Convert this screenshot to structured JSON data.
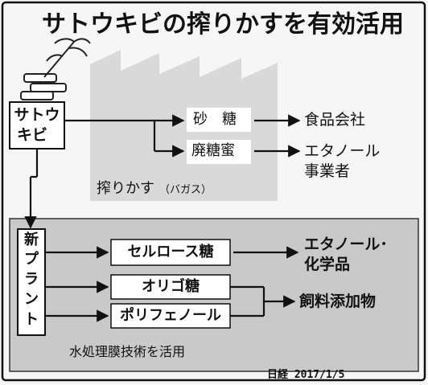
{
  "title": "サトウキビの搾りかすを有効活用",
  "source": "日経 2017/1/5",
  "top": {
    "sugarcane": [
      "サトウ",
      "キビ"
    ],
    "sugar": "砂　糖",
    "food_company": "食品会社",
    "molasses": "廃糖蜜",
    "ethanol_business": [
      "エタノール",
      "事業者"
    ],
    "bagasse": "搾りかす",
    "bagasse_note": "（バガス）"
  },
  "bottom": {
    "new_plant": [
      "新",
      "プ",
      "ラ",
      "ン",
      "ト"
    ],
    "cellulose_sugar": "セルロース糖",
    "ethanol_chemicals": [
      "エタノール･",
      "化学品"
    ],
    "oligosaccharide": "オリゴ糖",
    "polyphenol": "ポリフェノール",
    "feed_additive": "飼料添加物",
    "membrane_tech": "水処理膜技術を活用"
  },
  "colors": {
    "frame": "#111111",
    "lower_panel": "#c9c9c9",
    "factory": "#d9d9d9",
    "boxes": "#ffffff"
  }
}
